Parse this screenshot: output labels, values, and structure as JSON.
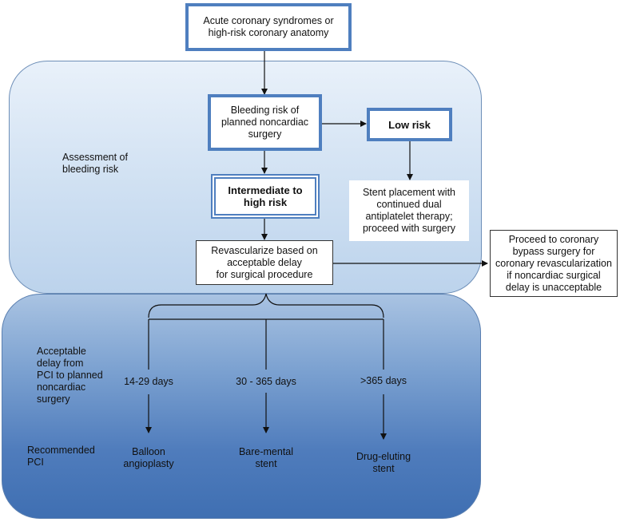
{
  "nodes": {
    "acute": "Acute coronary syndromes or\nhigh-risk coronary anatomy",
    "bleeding": "Bleeding risk of\nplanned noncardiac\nsurgery",
    "low_risk": "Low risk",
    "intermediate": "Intermediate to\nhigh risk",
    "stent_low": "Stent placement with\ncontinued dual\nantiplatelet therapy;\nproceed with surgery",
    "revascularize": "Revascularize based on\nacceptable delay\nfor surgical procedure",
    "bypass": "Proceed to coronary\nbypass surgery for\ncoronary revascularization\nif noncardiac surgical\ndelay is unacceptable"
  },
  "side_labels": {
    "assessment": "Assessment of\nbleeding risk",
    "delay": "Acceptable\ndelay from\nPCI to planned\nnoncardiac\nsurgery",
    "recommended": "Recommended\nPCI"
  },
  "delays": [
    "14-29 days",
    "30 - 365 days",
    ">365 days"
  ],
  "recommendations": [
    "Balloon\nangioplasty",
    "Bare-mental\nstent",
    "Drug-eluting\nstent"
  ],
  "colors": {
    "box_border": "#4f7fbf",
    "top_panel": "#cfe0f2",
    "bottom_panel": "#4f7cbc",
    "line": "#111111"
  }
}
